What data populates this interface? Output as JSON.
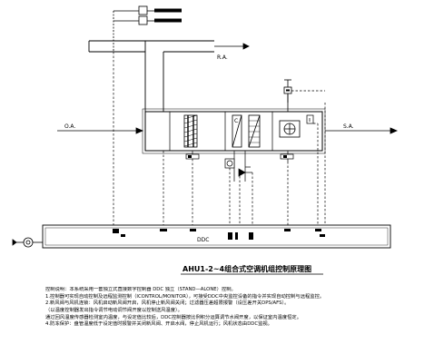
{
  "labels": {
    "ra": "R.A.",
    "oa": "O.A.",
    "sa": "S.A.",
    "ddc": "DDC"
  },
  "title": "AHU1-2~4组合式空调机组控制原理图",
  "notes": [
    "控制说明：本系统采用一套独立式直接数字控制器 DDC 独立（STAND—ALONE）控制。",
    "1.控制器可实现自动控制及远程监测控制（ICONTROL/MONITOR），可接受DDC中央监控设备的指令并实现自动控制与远程监控。",
    "2.新风阀与风机连锁：风机启动新风阀开启，风机停止新风阀关闭；过滤器压差超限报警（设压差开关DPS/AFS）。",
    "（以温度控制器发出指令调节电动调节阀开度以控制送风温度）。",
    "通过回风温度传感器检测室内温度，与设定值比较后，DDC控制器按比例积分运算调节水阀开度，以保证室内温度恒定。",
    "4.防冻保护：盘管温度低于设定值时报警并关闭新风阀、开启水阀，停止风机运行；风机状态由DDC监视。"
  ]
}
